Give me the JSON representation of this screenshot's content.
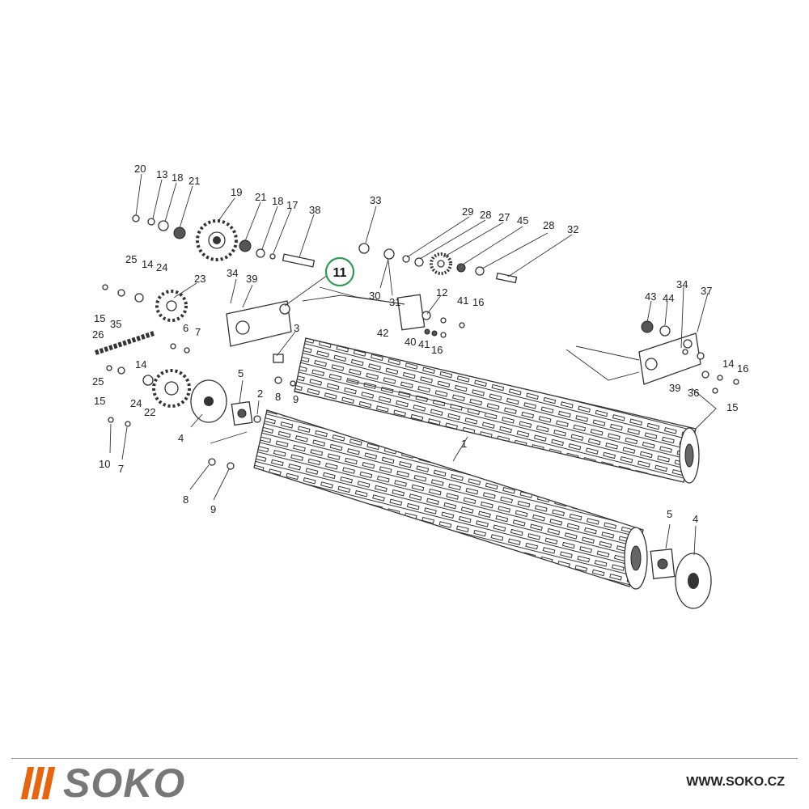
{
  "diagram": {
    "highlighted_part": "11",
    "callouts": [
      "20",
      "13",
      "18",
      "21",
      "19",
      "21",
      "18",
      "17",
      "38",
      "33",
      "29",
      "28",
      "27",
      "45",
      "28",
      "32",
      "25",
      "14",
      "24",
      "23",
      "34",
      "39",
      "30",
      "31",
      "12",
      "41",
      "16",
      "15",
      "35",
      "26",
      "6",
      "7",
      "3",
      "42",
      "40",
      "41",
      "16",
      "43",
      "44",
      "34",
      "37",
      "14",
      "25",
      "15",
      "24",
      "22",
      "5",
      "2",
      "8",
      "9",
      "14",
      "16",
      "39",
      "36",
      "15",
      "4",
      "10",
      "7",
      "8",
      "9",
      "1",
      "5",
      "4"
    ]
  },
  "footer": {
    "logo_text": "SOKO",
    "website": "WWW.SOKO.CZ"
  },
  "colors": {
    "accent": "#e8650f",
    "highlight_ring": "#2e9a55",
    "logo_gray": "#777777"
  }
}
